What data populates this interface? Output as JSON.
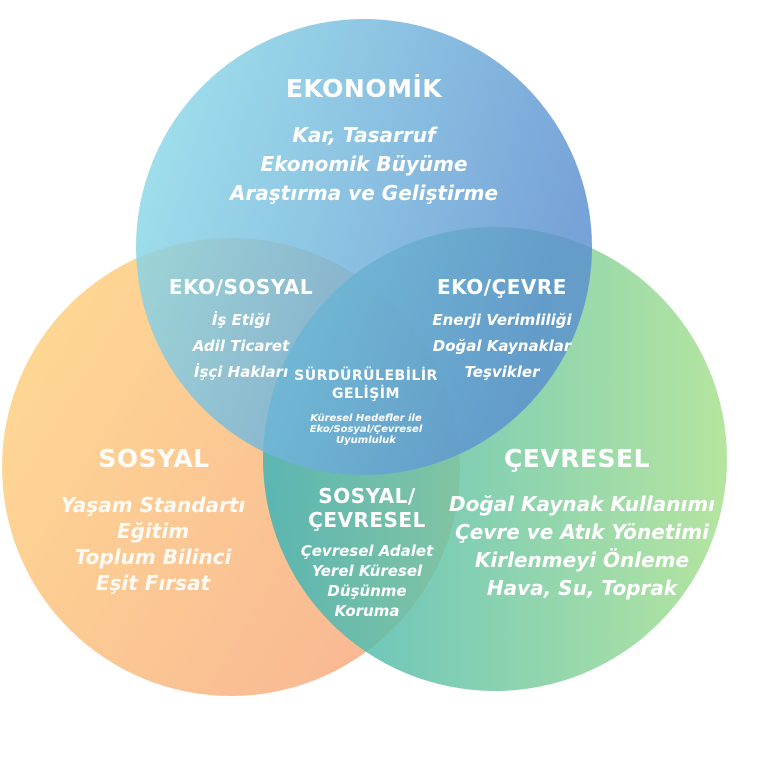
{
  "colors": {
    "economic_start": "#8fe0ea",
    "economic_end": "#5a8fcf",
    "social_start": "#ffd98a",
    "social_end": "#f8b28a",
    "environmental_start": "#3fb3b7",
    "environmental_end": "#a8e08f"
  },
  "economic": {
    "title": "EKONOMİK",
    "items": [
      "Kar, Tasarruf",
      "Ekonomik Büyüme",
      "Araştırma ve Geliştirme"
    ]
  },
  "social": {
    "title": "SOSYAL",
    "items": [
      "Yaşam Standartı",
      "Eğitim",
      "Toplum Bilinci",
      "Eşit Fırsat"
    ]
  },
  "environmental": {
    "title": "ÇEVRESEL",
    "items": [
      "Doğal Kaynak Kullanımı",
      "Çevre ve Atık Yönetimi",
      "Kirlenmeyi Önleme",
      "Hava, Su, Toprak"
    ]
  },
  "eco_social": {
    "title": "EKO/SOSYAL",
    "items": [
      "İş Etiği",
      "Adil Ticaret",
      "İşçi Hakları"
    ]
  },
  "eco_environment": {
    "title": "EKO/ÇEVRE",
    "items": [
      "Enerji Verimliliği",
      "Doğal Kaynaklar",
      "Teşvikler"
    ]
  },
  "social_environment": {
    "title_line1": "SOSYAL/",
    "title_line2": "ÇEVRESEL",
    "items": [
      "Çevresel Adalet",
      "Yerel Küresel",
      "Düşünme",
      "Koruma"
    ]
  },
  "center": {
    "title_line1": "SÜRDÜRÜLEBİLİR",
    "title_line2": "GELİŞİM",
    "items": [
      "Küresel Hedefler ile",
      "Eko/Sosyal/Çevresel",
      "Uyumluluk"
    ]
  }
}
